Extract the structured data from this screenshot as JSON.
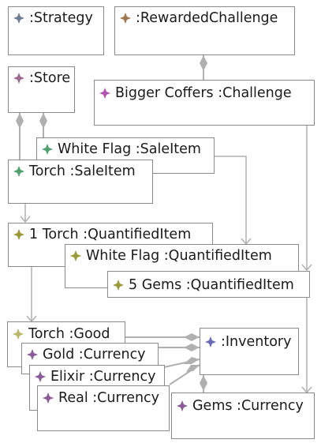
{
  "diagram": {
    "nodes": [
      {
        "id": "strategy",
        "label": ":Strategy",
        "icon": "strategy-diamond-icon",
        "color": "#6f7f91"
      },
      {
        "id": "rewarded_challenge",
        "label": ":RewardedChallenge",
        "icon": "rewarded-challenge-diamond-icon",
        "color": "#a07850"
      },
      {
        "id": "store",
        "label": ":Store",
        "icon": "store-diamond-icon",
        "color": "#9b6a8e"
      },
      {
        "id": "bigger_coffers",
        "label": "Bigger Coffers :Challenge",
        "icon": "challenge-diamond-icon",
        "color": "#b055b5"
      },
      {
        "id": "white_flag_sale",
        "label": "White Flag :SaleItem",
        "icon": "sale-item-diamond-icon",
        "color": "#4f9f6f"
      },
      {
        "id": "torch_sale",
        "label": "Torch :SaleItem",
        "icon": "sale-item-diamond-icon",
        "color": "#4f9f6f"
      },
      {
        "id": "one_torch_q",
        "label": "1 Torch :QuantifiedItem",
        "icon": "quantified-item-diamond-icon",
        "color": "#9a9a3a"
      },
      {
        "id": "white_flag_q",
        "label": "White Flag :QuantifiedItem",
        "icon": "quantified-item-diamond-icon",
        "color": "#9a9a3a"
      },
      {
        "id": "five_gems_q",
        "label": "5 Gems :QuantifiedItem",
        "icon": "quantified-item-diamond-icon",
        "color": "#9a9a3a"
      },
      {
        "id": "torch_good",
        "label": "Torch :Good",
        "icon": "good-diamond-icon",
        "color": "#b8b86a"
      },
      {
        "id": "inventory",
        "label": ":Inventory",
        "icon": "inventory-diamond-icon",
        "color": "#6a6ab8"
      },
      {
        "id": "gold",
        "label": "Gold :Currency",
        "icon": "currency-diamond-icon",
        "color": "#8a5a9a"
      },
      {
        "id": "elixir",
        "label": "Elixir :Currency",
        "icon": "currency-diamond-icon",
        "color": "#8a5a9a"
      },
      {
        "id": "real",
        "label": "Real :Currency",
        "icon": "currency-diamond-icon",
        "color": "#8a5a9a"
      },
      {
        "id": "gems",
        "label": "Gems :Currency",
        "icon": "currency-diamond-icon",
        "color": "#8a5a9a"
      }
    ],
    "edge_color": "#b0b0b0"
  }
}
